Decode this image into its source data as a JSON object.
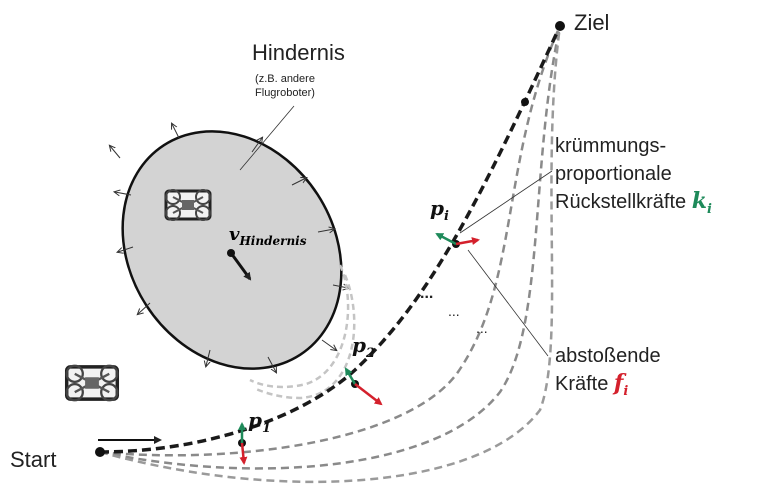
{
  "labels": {
    "start": "Start",
    "goal": "Ziel",
    "obstacle_title": "Hindernis",
    "obstacle_sub_line1": "(z.B. andere",
    "obstacle_sub_line2": "Flugroboter)",
    "obstacle_velocity": "v",
    "obstacle_velocity_sub": "Hindernis",
    "p1": "p",
    "p1_sub": "1",
    "p2": "p",
    "p2_sub": "2",
    "pi": "p",
    "pi_sub": "i",
    "curvature_line1": "krümmungs-",
    "curvature_line2": "proportionale",
    "curvature_line3_text": "Rückstellkräfte ",
    "curvature_symbol": "k",
    "curvature_symbol_sub": "i",
    "repulsive_line1": "abstoßende",
    "repulsive_line2_text": "Kräfte ",
    "repulsive_symbol": "f",
    "repulsive_symbol_sub": "i",
    "ellipsis": "..."
  },
  "colors": {
    "obstacle_fill": "#d3d3d3",
    "path_main": "#1a1a1a",
    "path_alt": "#8a8a8a",
    "path_faint": "#c4c4c4",
    "force_green": "#1e8a5a",
    "force_red": "#d4202c",
    "k_green": "#1e8a5a",
    "f_red": "#d4202c"
  },
  "icons": [
    "drone-icon",
    "drone-icon"
  ]
}
